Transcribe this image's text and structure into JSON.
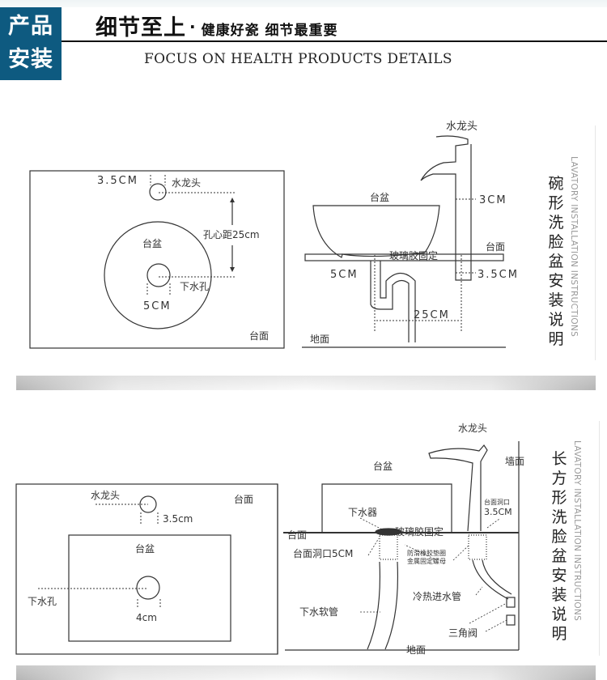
{
  "header": {
    "badge_line1": "产品",
    "badge_line2": "安装",
    "title_main": "细节至上",
    "title_dot": "·",
    "title_sub": "健康好瓷 细节最重要",
    "subtitle_en": "FOCUS ON HEALTH PRODUCTS DETAILS",
    "badge_color": "#0e5a80"
  },
  "section1": {
    "side_title": [
      "碗",
      "形",
      "洗",
      "脸",
      "盆",
      "安",
      "装",
      "说",
      "明"
    ],
    "side_title_en": "LAVATORY INSTALLATION INSTRUCTIONS",
    "plan": {
      "faucet_hole_size": "3.5CM",
      "faucet_label": "水龙头",
      "hole_distance": "孔心距25cm",
      "basin_label": "台盆",
      "drain_label": "下水孔",
      "drain_size": "5CM",
      "counter_label": "台面"
    },
    "elevation": {
      "faucet_label": "水龙头",
      "faucet_dia": "3CM",
      "basin_label": "台盆",
      "counter_label": "台面",
      "glue_label": "玻璃胶固定",
      "drain_size": "5CM",
      "hole_size": "3.5CM",
      "spacing": "25CM",
      "floor_label": "地面"
    }
  },
  "section2": {
    "side_title": [
      "长",
      "方",
      "形",
      "洗",
      "脸",
      "盆",
      "安",
      "装",
      "说",
      "明"
    ],
    "side_title_en": "LAVATORY INSTALLATION INSTRUCTIONS",
    "plan": {
      "faucet_label": "水龙头",
      "faucet_hole_size": "3.5cm",
      "counter_label": "台面",
      "basin_label": "台盆",
      "drain_label": "下水孔",
      "drain_size": "4cm"
    },
    "elevation": {
      "faucet_label": "水龙头",
      "wall_label": "墙面",
      "basin_label": "台盆",
      "counter_hole_label": "台面洞口",
      "counter_hole_size": "3.5CM",
      "drain_fitting_label": "下水器",
      "glue_label": "玻璃胶固定",
      "counter_label": "台面",
      "counter_drain_hole": "台面洞口5CM",
      "gasket_label": "防滑橡胶垫圈",
      "nut_label": "金属固定螺母",
      "supply_label": "冷热进水管",
      "drain_hose_label": "下水软管",
      "angle_valve_label": "三角阀",
      "floor_label": "地面"
    }
  }
}
